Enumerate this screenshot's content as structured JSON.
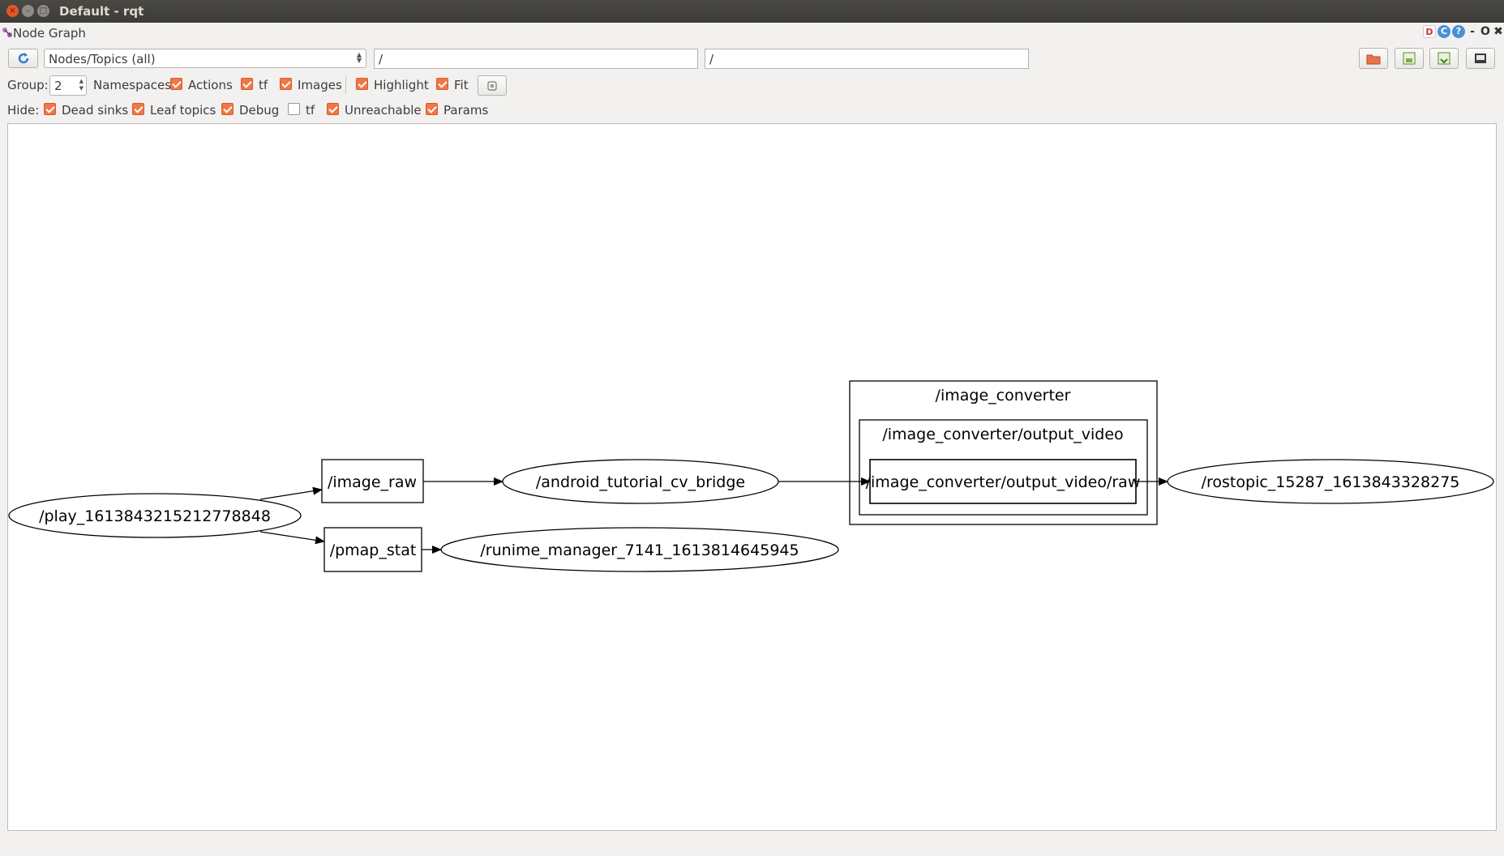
{
  "window": {
    "title": "Default - rqt",
    "controls": {
      "close": "×",
      "minimize": "–",
      "maximize": "□"
    }
  },
  "plugin": {
    "title": "Node Graph",
    "controls": {
      "d": "D",
      "reload": "C",
      "help": "?",
      "minimize": "-",
      "float": "O",
      "close": "✖"
    }
  },
  "toolbar": {
    "view_mode": "Nodes/Topics (all)",
    "node_filter": "/",
    "topic_filter": "/",
    "buttons": [
      "load-dot-icon",
      "save-dot-icon",
      "save-image-icon",
      "fit-view-icon"
    ]
  },
  "options": {
    "group_label": "Group:",
    "group_value": "2",
    "namespaces_label": "Namespaces",
    "namespaces_checked": true,
    "actions_label": "Actions",
    "actions_checked": true,
    "tf_label": "tf",
    "tf_checked": true,
    "images_label": "Images",
    "images_checked": true,
    "highlight_label": "Highlight",
    "highlight_checked": true,
    "fit_label": "Fit",
    "fit_checked": true
  },
  "hide": {
    "label": "Hide:",
    "dead_sinks_label": "Dead sinks",
    "dead_sinks_checked": true,
    "leaf_topics_label": "Leaf topics",
    "leaf_topics_checked": true,
    "debug_label": "Debug",
    "debug_checked": true,
    "tf_label": "tf",
    "tf_checked": false,
    "unreachable_label": "Unreachable",
    "unreachable_checked": true,
    "params_label": "Params",
    "params_checked": true
  },
  "graph": {
    "nodes": {
      "play": "/play_1613843215212778848",
      "image_raw": "/image_raw",
      "pmap_stat": "/pmap_stat",
      "cv_bridge": "/android_tutorial_cv_bridge",
      "runime_manager": "/runime_manager_7141_1613814645945",
      "image_converter": "/image_converter",
      "output_video": "/image_converter/output_video",
      "output_video_raw": "/image_converter/output_video/raw",
      "rostopic": "/rostopic_15287_1613843328275"
    }
  }
}
